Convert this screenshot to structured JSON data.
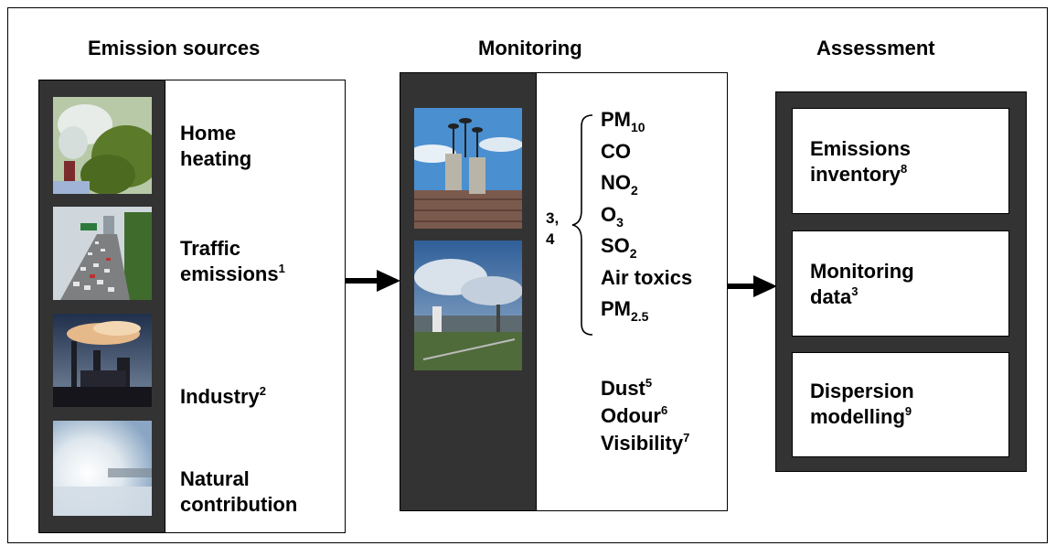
{
  "headings": {
    "sources": "Emission sources",
    "monitoring": "Monitoring",
    "assessment": "Assessment"
  },
  "sources": [
    {
      "lines": [
        "Home",
        "heating"
      ],
      "ref": ""
    },
    {
      "lines": [
        "Traffic",
        "emissions"
      ],
      "ref": "1"
    },
    {
      "lines": [
        "Industry"
      ],
      "ref": "2"
    },
    {
      "lines": [
        "Natural",
        "contribution"
      ],
      "ref": ""
    }
  ],
  "monitoring": {
    "pollutant_refs": [
      "3,",
      "4"
    ],
    "pollutants": [
      {
        "base": "PM",
        "sub": "10"
      },
      {
        "base": "CO",
        "sub": ""
      },
      {
        "base": "NO",
        "sub": "2"
      },
      {
        "base": "O",
        "sub": "3"
      },
      {
        "base": "SO",
        "sub": "2"
      },
      {
        "base": "Air toxics",
        "sub": ""
      },
      {
        "base": "PM",
        "sub": "2.5"
      }
    ],
    "other": [
      {
        "name": "Dust",
        "ref": "5"
      },
      {
        "name": "Odour",
        "ref": "6"
      },
      {
        "name": "Visibility",
        "ref": "7"
      }
    ]
  },
  "assessment": [
    {
      "lines": [
        "Emissions",
        "inventory"
      ],
      "ref": "8"
    },
    {
      "lines": [
        "Monitoring",
        "data"
      ],
      "ref": "3"
    },
    {
      "lines": [
        "Dispersion",
        "modelling"
      ],
      "ref": "9"
    }
  ],
  "photos": [
    {
      "name": "home-heating-photo",
      "depicts": "chimney smoke over trees"
    },
    {
      "name": "traffic-photo",
      "depicts": "motorway traffic"
    },
    {
      "name": "industry-photo",
      "depicts": "industrial plant emissions"
    },
    {
      "name": "natural-photo",
      "depicts": "hazy landscape"
    },
    {
      "name": "monitoring-station-photo",
      "depicts": "monitoring station on roof"
    },
    {
      "name": "monitoring-site-photo",
      "depicts": "industrial site under cloudy sky"
    }
  ]
}
